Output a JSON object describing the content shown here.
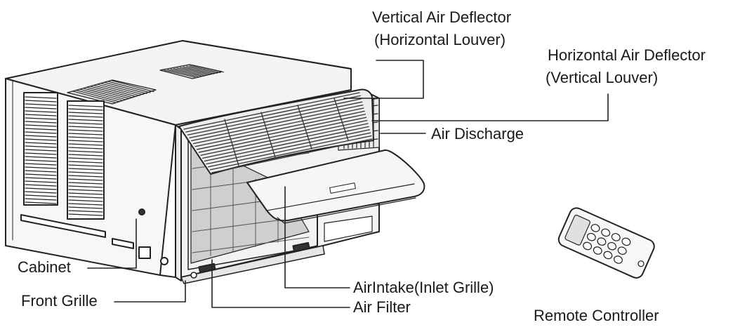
{
  "labels": {
    "vertical_deflector": "Vertical Air Deflector",
    "vertical_deflector_sub": "(Horizontal Louver)",
    "horizontal_deflector": "Horizontal Air Deflector",
    "horizontal_deflector_sub": "(Vertical Louver)",
    "air_discharge": "Air Discharge",
    "cabinet": "Cabinet",
    "front_grille": "Front Grille",
    "air_intake": "AirIntake(Inlet Grille)",
    "air_filter": "Air Filter",
    "remote_controller": "Remote Controller"
  }
}
